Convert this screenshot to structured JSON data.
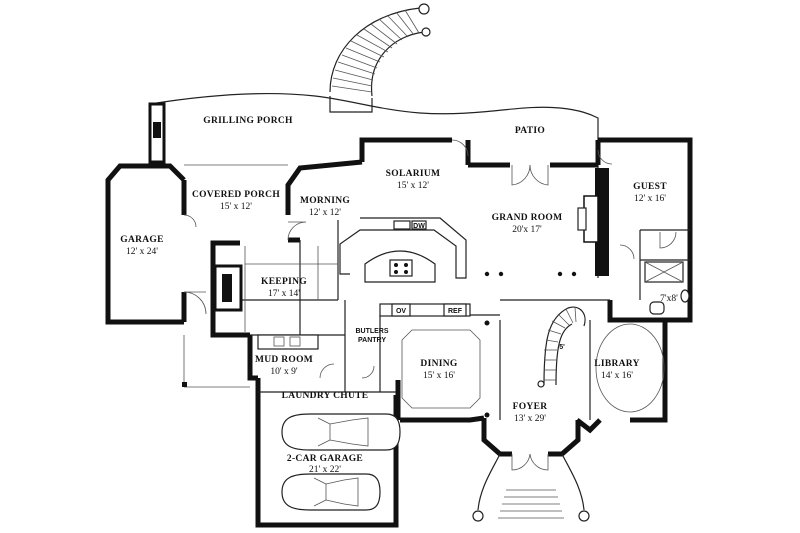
{
  "rooms": {
    "grilling_porch": {
      "name": "GRILLING PORCH"
    },
    "patio": {
      "name": "PATIO"
    },
    "solarium": {
      "name": "SOLARIUM",
      "size": "15' x 12'"
    },
    "guest": {
      "name": "GUEST",
      "size": "12' x 16'"
    },
    "garage_side": {
      "name": "GARAGE",
      "size": "12' x 24'"
    },
    "covered_porch": {
      "name": "COVERED PORCH",
      "size": "15' x 12'"
    },
    "morning": {
      "name": "MORNING",
      "size": "12' x 12'"
    },
    "grand_room": {
      "name": "GRAND ROOM",
      "size": "20'x 17'"
    },
    "keeping": {
      "name": "KEEPING",
      "size": "17' x 14'"
    },
    "butlers_pantry": {
      "name_line1": "BUTLERS",
      "name_line2": "PANTRY"
    },
    "closet": {
      "size": "7'x8'"
    },
    "mud_room": {
      "name": "MUD ROOM",
      "size": "10' x 9'"
    },
    "dining": {
      "name": "DINING",
      "size": "15' x 16'"
    },
    "library": {
      "name": "LIBRARY",
      "size": "14' x 16'"
    },
    "foyer": {
      "name": "FOYER",
      "size": "13' x 29'"
    },
    "laundry_chute": {
      "name": "LAUNDRY CHUTE"
    },
    "two_car_garage": {
      "name": "2-CAR GARAGE",
      "size": "21' x 22'"
    }
  },
  "appliances": {
    "dishwasher": "DW",
    "oven": "OV",
    "refrigerator": "REF"
  },
  "stair_marker": "5'"
}
